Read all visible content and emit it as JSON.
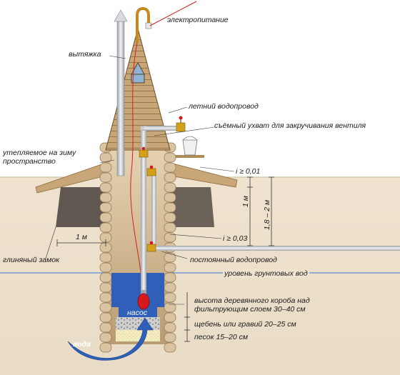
{
  "labels": {
    "power": "электропитание",
    "exhaust": "вытяжка",
    "summer_pipe": "летний водопровод",
    "removable_grip": "съёмный ухват для закручивания вентиля",
    "insulated_space": "утепляемое на зиму пространство",
    "slope_top": "i ≥ 0,01",
    "slope_bottom": "i ≥ 0,03",
    "depth_1m": "1 м",
    "depth_range": "1,8 – 2 м",
    "width_1m": "1 м",
    "clay_lock": "глиняный замок",
    "permanent_pipe": "постоянный водопровод",
    "groundwater": "уровень грунтовых вод",
    "box_height": "высота деревянного короба над фильтрующим слоем 30–40 см",
    "gravel": "щебень или гравий 20–25 см",
    "sand": "песок 15–20 см",
    "pump": "насос",
    "water": "вода"
  },
  "colors": {
    "soil": "#efe3cf",
    "log": "#d9c3a1",
    "roof": "#c8a677",
    "water": "#2f5fb8",
    "pipe": "#c9ccd1",
    "valve": "#d4a017",
    "pump": "#d7191c",
    "clay": "#5f5750"
  }
}
